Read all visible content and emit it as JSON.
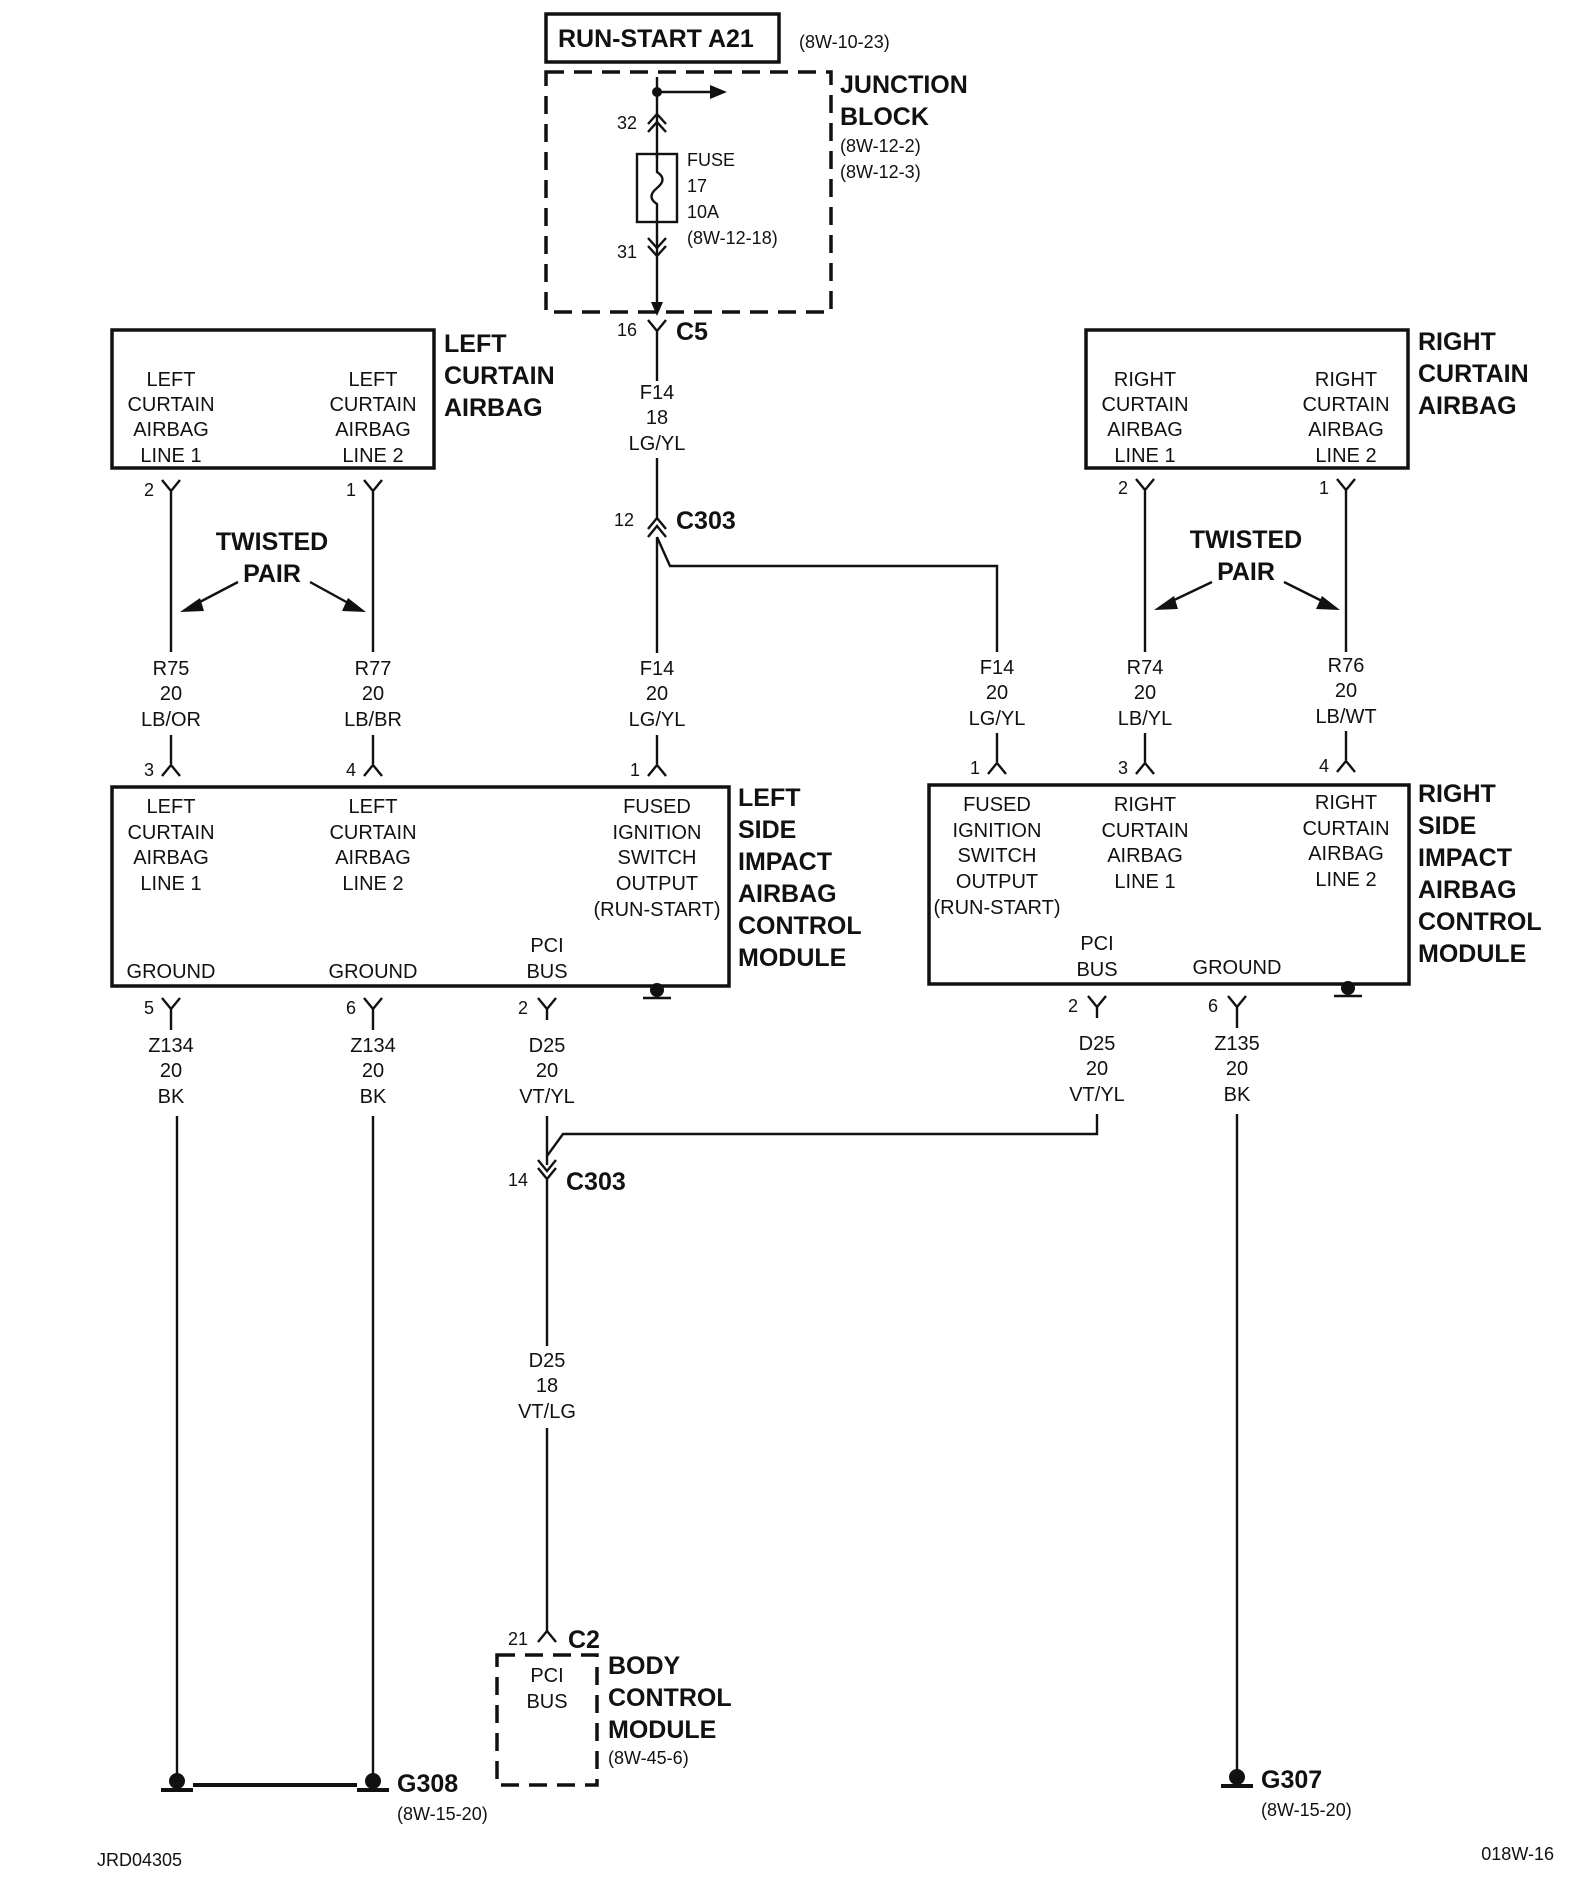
{
  "header": {
    "run_start": "RUN-START A21",
    "run_start_ref": "(8W-10-23)"
  },
  "junction_block": {
    "name_line1": "JUNCTION",
    "name_line2": "BLOCK",
    "ref1": "(8W-12-2)",
    "ref2": "(8W-12-3)",
    "pin_in": "32",
    "pin_out": "31",
    "fuse": [
      "FUSE",
      "17",
      "10A",
      "(8W-12-18)"
    ],
    "connector_pin": "16",
    "connector": "C5"
  },
  "left_curtain": {
    "title": [
      "LEFT",
      "CURTAIN",
      "AIRBAG"
    ],
    "line1": [
      "LEFT",
      "CURTAIN",
      "AIRBAG",
      "LINE 1"
    ],
    "line2": [
      "LEFT",
      "CURTAIN",
      "AIRBAG",
      "LINE 2"
    ],
    "pin1": "2",
    "pin2": "1"
  },
  "right_curtain": {
    "title": [
      "RIGHT",
      "CURTAIN",
      "AIRBAG"
    ],
    "line1": [
      "RIGHT",
      "CURTAIN",
      "AIRBAG",
      "LINE 1"
    ],
    "line2": [
      "RIGHT",
      "CURTAIN",
      "AIRBAG",
      "LINE 2"
    ],
    "pin1": "2",
    "pin2": "1"
  },
  "twisted_pair": [
    "TWISTED",
    "PAIR"
  ],
  "c303_top": {
    "pin": "12",
    "name": "C303"
  },
  "c303_mid": {
    "pin": "14",
    "name": "C303"
  },
  "wires": {
    "f14_top": [
      "F14",
      "18",
      "LG/YL"
    ],
    "r75": [
      "R75",
      "20",
      "LB/OR"
    ],
    "r77": [
      "R77",
      "20",
      "LB/BR"
    ],
    "f14_left": [
      "F14",
      "20",
      "LG/YL"
    ],
    "f14_right": [
      "F14",
      "20",
      "LG/YL"
    ],
    "r74": [
      "R74",
      "20",
      "LB/YL"
    ],
    "r76": [
      "R76",
      "20",
      "LB/WT"
    ],
    "z134_a": [
      "Z134",
      "20",
      "BK"
    ],
    "z134_b": [
      "Z134",
      "20",
      "BK"
    ],
    "d25_left": [
      "D25",
      "20",
      "VT/YL"
    ],
    "d25_right": [
      "D25",
      "20",
      "VT/YL"
    ],
    "z135": [
      "Z135",
      "20",
      "BK"
    ],
    "d25_bcm": [
      "D25",
      "18",
      "VT/LG"
    ]
  },
  "left_module": {
    "title": [
      "LEFT",
      "SIDE",
      "IMPACT",
      "AIRBAG",
      "CONTROL",
      "MODULE"
    ],
    "cell1": [
      "LEFT",
      "CURTAIN",
      "AIRBAG",
      "LINE 1"
    ],
    "cell2": [
      "LEFT",
      "CURTAIN",
      "AIRBAG",
      "LINE 2"
    ],
    "cell3": [
      "FUSED",
      "IGNITION",
      "SWITCH",
      "OUTPUT",
      "(RUN-START)"
    ],
    "ground1": "GROUND",
    "ground2": "GROUND",
    "pci": [
      "PCI",
      "BUS"
    ],
    "pins_top": [
      "3",
      "4",
      "1"
    ],
    "pins_bottom": [
      "5",
      "6",
      "2"
    ]
  },
  "right_module": {
    "title": [
      "RIGHT",
      "SIDE",
      "IMPACT",
      "AIRBAG",
      "CONTROL",
      "MODULE"
    ],
    "cell1": [
      "FUSED",
      "IGNITION",
      "SWITCH",
      "OUTPUT",
      "(RUN-START)"
    ],
    "cell2": [
      "RIGHT",
      "CURTAIN",
      "AIRBAG",
      "LINE 1"
    ],
    "cell3": [
      "RIGHT",
      "CURTAIN",
      "AIRBAG",
      "LINE 2"
    ],
    "pci": [
      "PCI",
      "BUS"
    ],
    "ground": "GROUND",
    "pins_top": [
      "1",
      "3",
      "4"
    ],
    "pins_bottom": [
      "2",
      "6"
    ]
  },
  "bcm": {
    "pin": "21",
    "connector": "C2",
    "pci": [
      "PCI",
      "BUS"
    ],
    "title": [
      "BODY",
      "CONTROL",
      "MODULE"
    ],
    "ref": "(8W-45-6)"
  },
  "grounds": {
    "g308": "G308",
    "g308_ref": "(8W-15-20)",
    "g307": "G307",
    "g307_ref": "(8W-15-20)"
  },
  "footer": {
    "left_code": "JRD04305",
    "right_code": "018W-16"
  }
}
